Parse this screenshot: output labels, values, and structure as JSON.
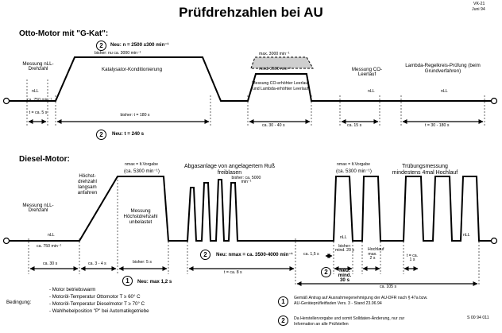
{
  "header": {
    "title": "Prüfdrehzahlen bei AU",
    "doc_id": "VK-21",
    "date": "Juni 94"
  },
  "otto": {
    "heading": "Otto-Motor mit \"G-Kat\":",
    "note1_badge": "2",
    "note1_main": "Neu: n = 2500 ±300 min⁻¹",
    "note1_old": "bisher: nu ca. 3000 min⁻¹",
    "measure_idle": "Messung nLL-Drehzahl",
    "cat_conditioning": "Katalysator-Konditionierung",
    "max_rpm": "max. 3000 min⁻¹",
    "min_rpm": "mind. 2500 min⁻¹",
    "co_elevated": "Messung CO-erhöhter Leerlauf und Lambda-erhöhter Leerlauf",
    "co_idle": "Messung CO-Leerlauf",
    "lambda_test": "Lambda-Regelkreis-Prüfung (beim Grundverfahren)",
    "nll": "nLL",
    "idle_rpm": "ca. 750 min⁻¹",
    "t_5s": "t = ca. 5 s",
    "t_old": "bisher: t = 180 s",
    "t_new_badge": "2",
    "t_new": "Neu: t = 240 s",
    "t_30_40": "ca. 30 - 40 s",
    "t_15": "ca. 15 s",
    "t_30_180": "t = 30 - 180 s"
  },
  "diesel": {
    "heading": "Diesel-Motor:",
    "max_speed_slow": "Höchst-drehzahl langsam anfahren",
    "nmax_spec": "nmax = lt.Vorgabe",
    "nmax_value": "(ca. 5300 min⁻¹)",
    "measure_max": "Messung Höchstdrehzahl unbelastet",
    "flush_exhaust": "Abgasanlage von angelagertem Ruß freiblasen",
    "flush_old": "bisher: ca. 5000 min⁻¹",
    "opacity_measure": "Trübungsmessung mindestens 4mal Hochlauf",
    "nmax_spec2": "nmax = lt.Vorgabe",
    "nmax_value2": "(ca. 5300 min⁻¹)",
    "measure_idle": "Messung nLL-Drehzahl",
    "nll": "nLL",
    "idle_rpm": "ca. 750 min⁻¹",
    "t_30": "ca. 30 s",
    "t_3_4": "ca. 3 - 4 s",
    "t_old_5": "bisher: 5 s",
    "t_new_badge": "1",
    "t_new": "Neu: max 1,2 s",
    "nmax_new_badge": "2",
    "nmax_new": "Neu: nmax = ca. 3500-4000 min⁻¹",
    "t_8s": "t = ca. 8 s",
    "t_15s": "ca. 1,5 s",
    "t_hold_old": "bisher: mind. 20 s",
    "t_hold_new_badge": "2",
    "t_hold_new": "Neu: mind. 30 s",
    "t_high_idle": "Hochlauf max. 2 s",
    "t_1s": "t = ca. 1 s",
    "t_105": "ca. 105 s"
  },
  "conditions": {
    "label": "Bedingung:",
    "items": [
      "- Motor betriebswarm",
      "- Motoröl-Temperatur Ottomotor    T ≥ 60° C",
      "- Motoröl-Temperatur Dieselmotor  T ≥ 70° C",
      "- Wahlhebelposition \"P\" bei Automatikgetriebe"
    ]
  },
  "footnotes": {
    "items": [
      {
        "badge": "1",
        "text": "Gemäß Antrag auf Ausnahmegenehmigung der AU-DFR nach § 47a bzw. AU-Geräteprüfleitfaden Vers. 3 - Stand 23.06.94"
      },
      {
        "badge": "2",
        "text": "Da Herstellervorgabe und somit Solldaten-Änderung, nur zur Information an alle Prüfstellen"
      }
    ]
  },
  "footer": {
    "code": "S 00 94 011"
  }
}
